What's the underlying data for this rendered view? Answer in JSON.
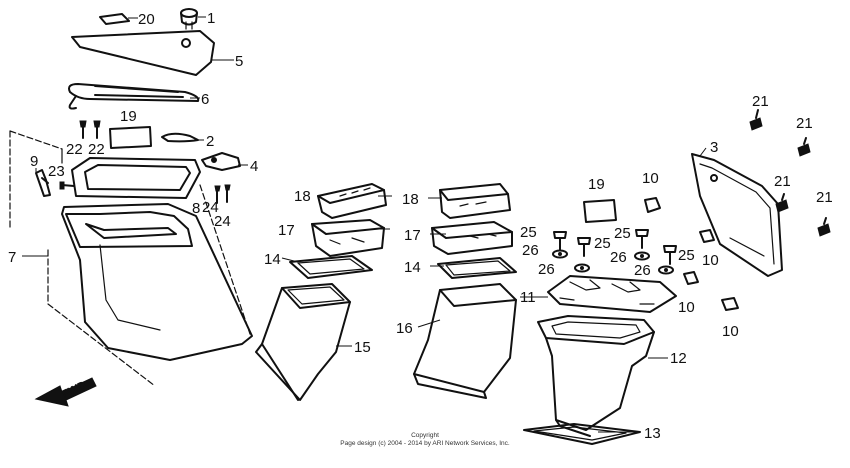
{
  "diagram": {
    "callouts": [
      {
        "id": "c20",
        "label": "20"
      },
      {
        "id": "c1",
        "label": "1"
      },
      {
        "id": "c5",
        "label": "5"
      },
      {
        "id": "c6",
        "label": "6"
      },
      {
        "id": "c19a",
        "label": "19"
      },
      {
        "id": "c2",
        "label": "2"
      },
      {
        "id": "c22a",
        "label": "22"
      },
      {
        "id": "c22b",
        "label": "22"
      },
      {
        "id": "c9",
        "label": "9"
      },
      {
        "id": "c23",
        "label": "23"
      },
      {
        "id": "c4",
        "label": "4"
      },
      {
        "id": "c8",
        "label": "8"
      },
      {
        "id": "c24a",
        "label": "24"
      },
      {
        "id": "c24b",
        "label": "24"
      },
      {
        "id": "c7",
        "label": "7"
      },
      {
        "id": "c18a",
        "label": "18"
      },
      {
        "id": "c17a",
        "label": "17"
      },
      {
        "id": "c14a",
        "label": "14"
      },
      {
        "id": "c15",
        "label": "15"
      },
      {
        "id": "c18b",
        "label": "18"
      },
      {
        "id": "c17b",
        "label": "17"
      },
      {
        "id": "c14b",
        "label": "14"
      },
      {
        "id": "c16",
        "label": "16"
      },
      {
        "id": "c19b",
        "label": "19"
      },
      {
        "id": "c25a",
        "label": "25"
      },
      {
        "id": "c26a",
        "label": "26"
      },
      {
        "id": "c25b",
        "label": "25"
      },
      {
        "id": "c26b",
        "label": "26"
      },
      {
        "id": "c11",
        "label": "11"
      },
      {
        "id": "c10a",
        "label": "10"
      },
      {
        "id": "c25c",
        "label": "25"
      },
      {
        "id": "c26c",
        "label": "26"
      },
      {
        "id": "c26d",
        "label": "26"
      },
      {
        "id": "c25d",
        "label": "25"
      },
      {
        "id": "c10b",
        "label": "10"
      },
      {
        "id": "c10c",
        "label": "10"
      },
      {
        "id": "c10d",
        "label": "10"
      },
      {
        "id": "c12",
        "label": "12"
      },
      {
        "id": "c13",
        "label": "13"
      },
      {
        "id": "c3",
        "label": "3"
      },
      {
        "id": "c21a",
        "label": "21"
      },
      {
        "id": "c21b",
        "label": "21"
      },
      {
        "id": "c21c",
        "label": "21"
      },
      {
        "id": "c21d",
        "label": "21"
      }
    ],
    "fwd_label": "FWD",
    "copyright_line1": "Copyright",
    "copyright_line2": "Page design (c) 2004 - 2014 by ARI Network Services, Inc."
  }
}
